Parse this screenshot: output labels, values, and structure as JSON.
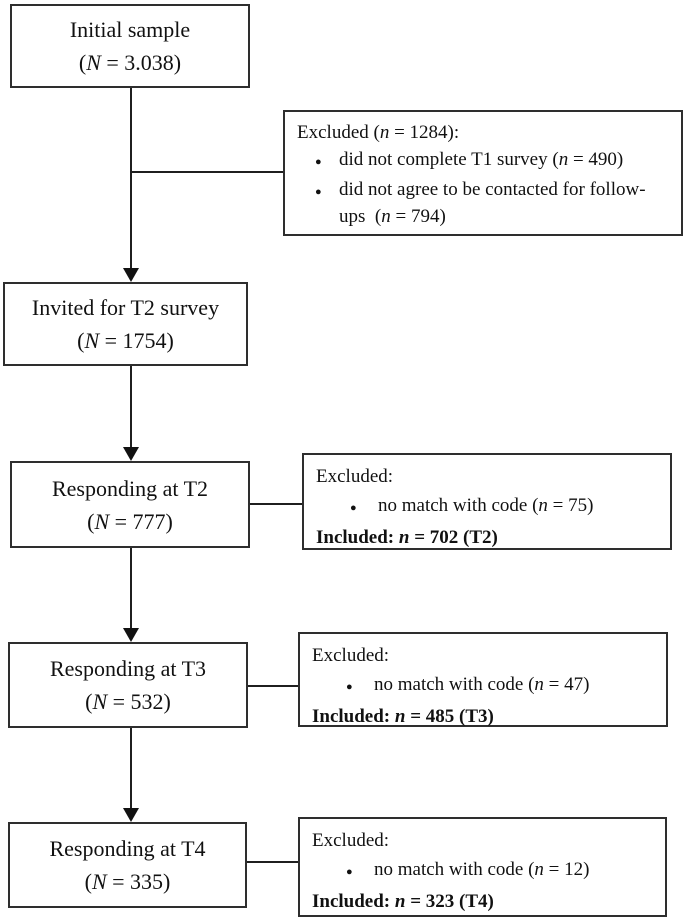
{
  "diagram": {
    "bullet_glyph": "●",
    "colors": {
      "background": "#ffffff",
      "border": "#2e2e2e",
      "text": "#111111"
    },
    "main_boxes": [
      {
        "title": "Initial sample",
        "count_prefix": "(",
        "count_var": "N",
        "count_suffix": " = 3.038)"
      },
      {
        "title": "Invited for T2 survey",
        "count_prefix": "(",
        "count_var": "N",
        "count_suffix": " = 1754)"
      },
      {
        "title": "Responding at T2",
        "count_prefix": "(",
        "count_var": "N",
        "count_suffix": " = 777)"
      },
      {
        "title": "Responding at T3",
        "count_prefix": "(",
        "count_var": "N",
        "count_suffix": " = 532)"
      },
      {
        "title": "Responding at T4",
        "count_prefix": "(",
        "count_var": "N",
        "count_suffix": " = 335)"
      }
    ],
    "side_boxes": [
      {
        "header_pre": "Excluded (",
        "header_var": "n",
        "header_post": " = 1284):",
        "bullets": [
          {
            "pre": "did not complete T1 survey (",
            "var": "n",
            "post": " = 490)"
          },
          {
            "pre": "did not agree to be contacted for follow-ups  (",
            "var": "n",
            "post": " = 794)"
          }
        ]
      },
      {
        "header_pre": "Excluded:",
        "header_var": "",
        "header_post": "",
        "bullets": [
          {
            "pre": "no match with code (",
            "var": "n",
            "post": " = 75)"
          }
        ],
        "included_pre": "Included: ",
        "included_var": "n",
        "included_post": " = 702 (T2)"
      },
      {
        "header_pre": "Excluded:",
        "header_var": "",
        "header_post": "",
        "bullets": [
          {
            "pre": "no match with code (",
            "var": "n",
            "post": " = 47)"
          }
        ],
        "included_pre": "Included: ",
        "included_var": "n",
        "included_post": " = 485 (T3)"
      },
      {
        "header_pre": "Excluded:",
        "header_var": "",
        "header_post": "",
        "bullets": [
          {
            "pre": "no match with code (",
            "var": "n",
            "post": " = 12)"
          }
        ],
        "included_pre": "Included: ",
        "included_var": "n",
        "included_post": " = 323 (T4)"
      }
    ]
  }
}
